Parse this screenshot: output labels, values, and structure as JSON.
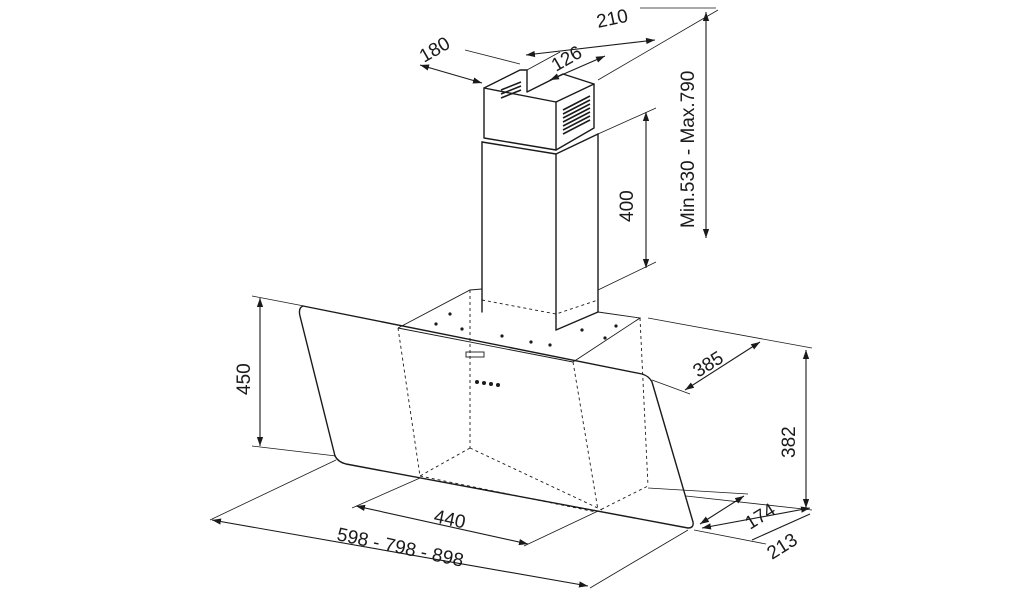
{
  "dimensions": {
    "chimney_depth": "180",
    "chimney_width": "210",
    "outlet": "126",
    "inner_chimney": "400",
    "chimney_range": "Min.530 - Max.790",
    "canopy_height": "450",
    "body_depth": "385",
    "body_height": "382",
    "inner_width": "440",
    "widths": "598 - 798 - 898",
    "glass_offset": "174",
    "total_depth": "213"
  }
}
